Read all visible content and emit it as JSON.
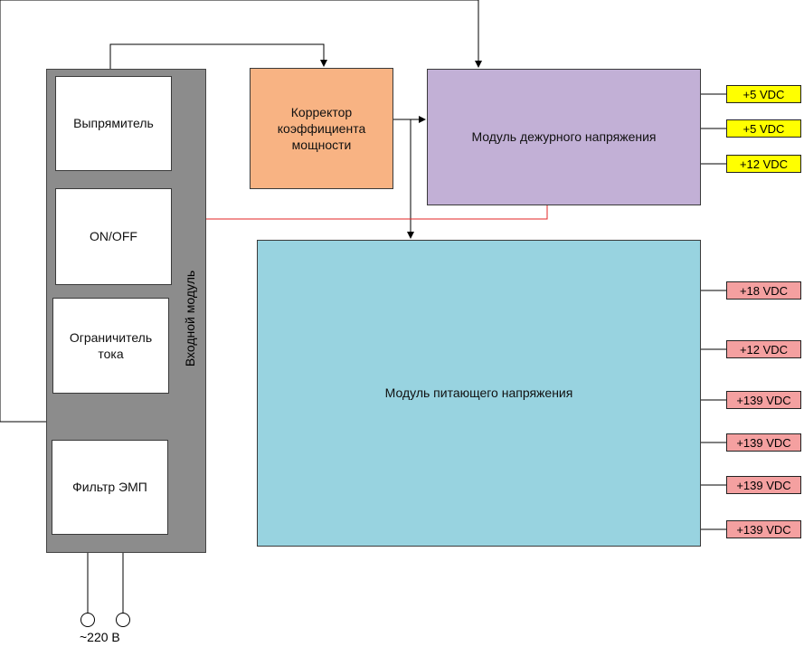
{
  "diagram": {
    "colors": {
      "input_module_bg": "#8c8c8c",
      "corrector_bg": "#f8b383",
      "standby_bg": "#c2b0d6",
      "main_bg": "#98d3e0",
      "standby_output_bg": "#ffff00",
      "main_output_bg": "#f4a0a0",
      "feedback_line": "#e32626",
      "line": "#000000"
    },
    "input_module": {
      "label": "Входной модуль",
      "blocks": {
        "rectifier": "Выпрямитель",
        "on_off": "ON/OFF",
        "current_limiter": "Ограничитель\nтока",
        "emi_filter": "Фильтр ЭМП"
      },
      "mains_label": "~220 В"
    },
    "corrector": {
      "label": "Корректор\nкоэффициента\nмощности"
    },
    "standby_module": {
      "label": "Модуль дежурного напряжения",
      "outputs": [
        "+5 VDC",
        "+5 VDC",
        "+12 VDC"
      ]
    },
    "main_module": {
      "label": "Модуль питающего напряжения",
      "outputs": [
        "+18 VDC",
        "+12 VDC",
        "+139 VDC",
        "+139 VDC",
        "+139 VDC",
        "+139 VDC"
      ]
    }
  }
}
